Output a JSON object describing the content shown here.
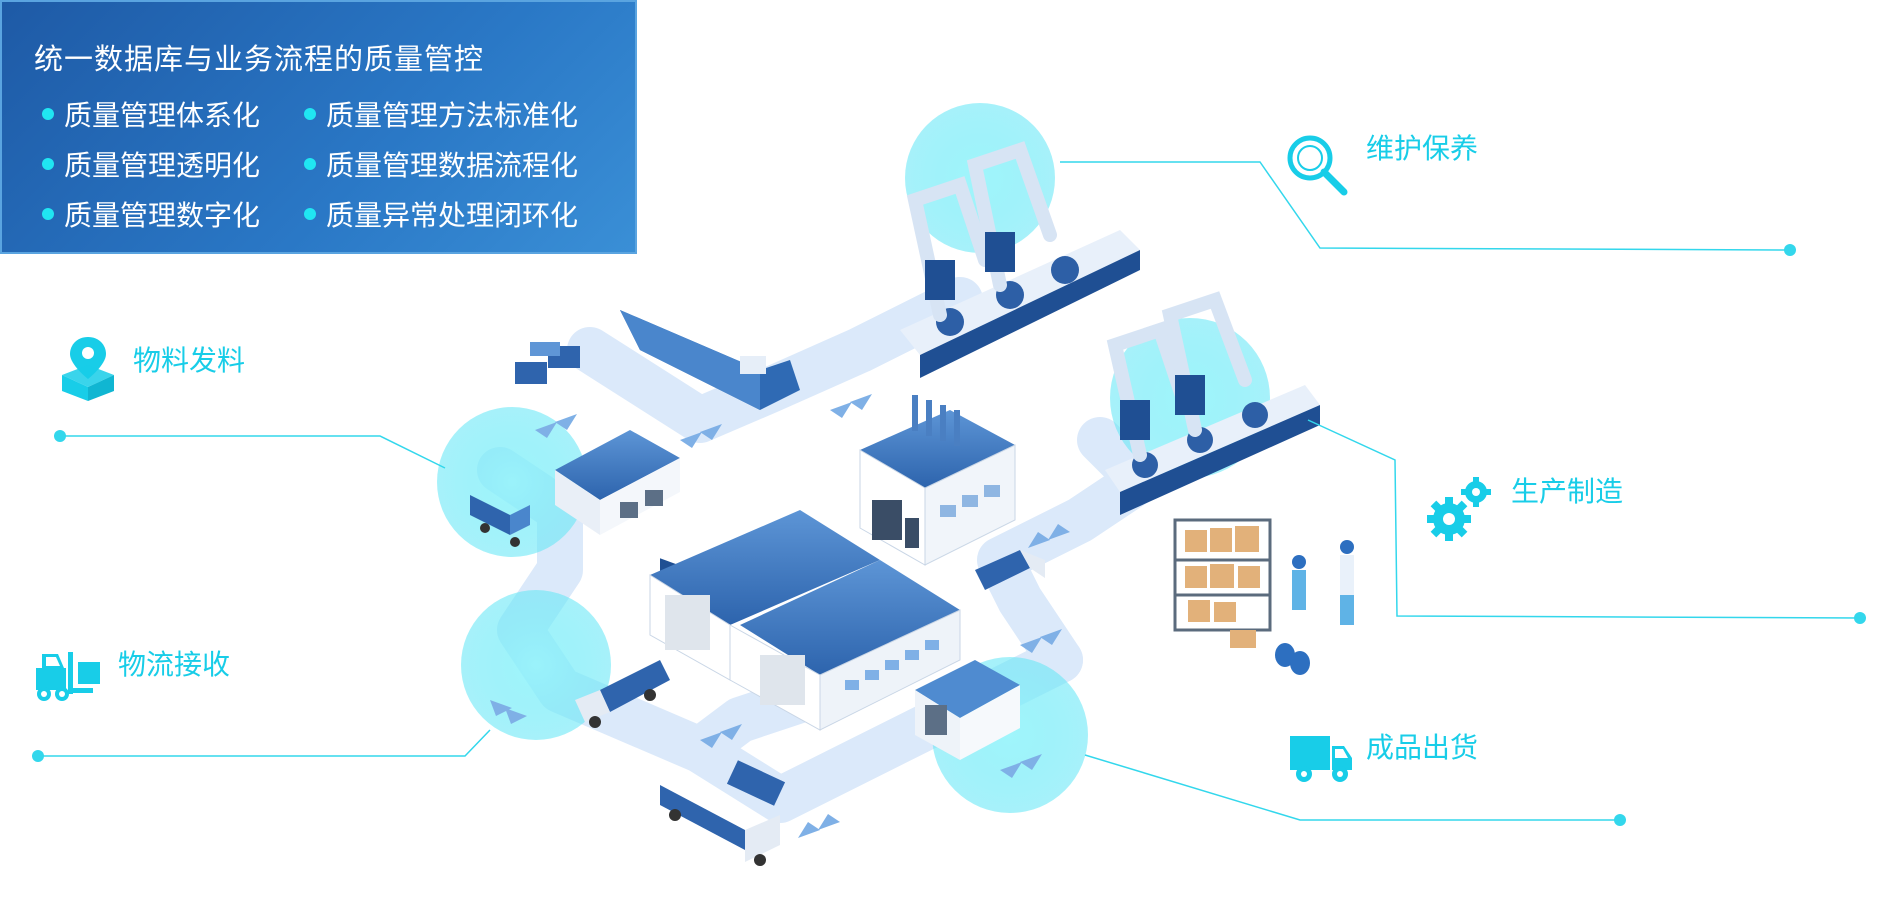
{
  "panel": {
    "title": "统一数据库与业务流程的质量管控",
    "bullets": [
      "质量管理体系化",
      "质量管理方法标准化",
      "质量管理透明化",
      "质量管理数据流程化",
      "质量管理数字化",
      "质量异常处理闭环化"
    ]
  },
  "categories": {
    "maintenance": "维护保养",
    "material_issue": "物料发料",
    "production": "生产制造",
    "logistics_receipt": "物流接收",
    "shipment": "成品出货"
  },
  "icons": {
    "maintenance": "magnifier-icon",
    "material_issue": "location-box-icon",
    "production": "gears-icon",
    "logistics_receipt": "forklift-icon",
    "shipment": "delivery-truck-icon"
  },
  "colors": {
    "panel_top": "#1e5aa6",
    "panel_bottom": "#3a8fd6",
    "accent_cyan": "#18cde8",
    "bullet_dot": "#20e6f2",
    "road": "#dbe9fa",
    "building_roof": "#3f79c0",
    "glow_circle": "#7ef0fa"
  }
}
